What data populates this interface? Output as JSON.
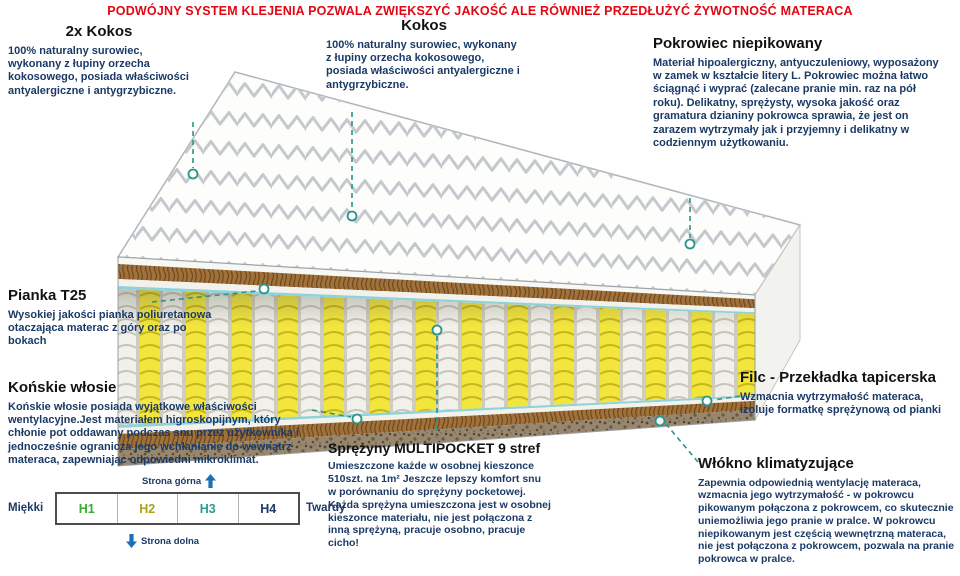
{
  "banner": "PODWÓJNY SYSTEM KLEJENIA POZWALA ZWIĘKSZYĆ JAKOŚĆ ALE RÓWNIEŻ PRZEDŁUŻYĆ ŻYWOTNOŚĆ MATERACA",
  "blocks": {
    "kokos2x": {
      "title": "2x Kokos",
      "body": "100% naturalny surowiec, wykonany z łupiny orzecha kokosowego, posiada właściwości antyalergiczne i antygrzybiczne."
    },
    "kokos": {
      "title": "Kokos",
      "body": "100% naturalny surowiec, wykonany z łupiny orzecha kokosowego, posiada właściwości antyalergiczne i antygrzybiczne."
    },
    "pokrowiec": {
      "title": "Pokrowiec niepikowany",
      "body": "Materiał hipoalergiczny, antyuczuleniowy, wyposażony w zamek w kształcie litery L. Pokrowiec można łatwo ściągnąć i wyprać (zalecane pranie min. raz na pół roku). Delikatny, sprężysty, wysoka jakość oraz gramatura dzianiny pokrowca sprawia, że jest on zarazem wytrzymały jak i przyjemny i delikatny w codziennym użytkowaniu."
    },
    "pianka": {
      "title": "Pianka T25",
      "body": "Wysokiej jakości pianka poliuretanowa otaczająca materac z góry oraz po bokach"
    },
    "wlosie": {
      "title": "Końskie włosie",
      "body": "Końskie włosie posiada wyjątkowe właściwości wentylacyjne.Jest materiałem higroskopijnym, który chłonie pot oddawany podczas snu przez użytkownika i jednocześnie ogranicza jego wchłanianie do wewnątrz materaca, zapewniając odpowiedni mikroklimat."
    },
    "sprezyny": {
      "title": "Sprężyny MULTIPOCKET 9 stref",
      "body": "Umieszczone każde w osobnej kieszonce 510szt. na 1m² Jeszcze lepszy komfort snu w porównaniu do sprężyny pocketowej. Każda sprężyna umieszczona jest w osobnej kieszonce materiału, nie jest połączona z inną sprężyną, pracuje osobno, pracuje cicho!"
    },
    "filc": {
      "title": "Filc - Przekładka tapicerska",
      "body": "Wzmacnia wytrzymałość materaca, izoluje formatkę sprężynową od pianki"
    },
    "wlokno": {
      "title": "Włókno klimatyzujące",
      "body": "Zapewnia odpowiednią wentylację materaca, wzmacnia jego wytrzymałość - w pokrowcu pikowanym połączona z pokrowcem, co skutecznie uniemożliwia jego pranie w pralce. W pokrowcu niepikowanym jest częścią wewnętrzną materaca, nie jest połączona z pokrowcem, pozwala na pranie pokrowca w pralce."
    }
  },
  "scale": {
    "top_side": "Strona górna",
    "bottom_side": "Strona dolna",
    "soft_label": "Miękki",
    "hard_label": "Twardy",
    "levels": [
      {
        "label": "H1",
        "color": "#3aaa35"
      },
      {
        "label": "H2",
        "color": "#a8a419"
      },
      {
        "label": "H3",
        "color": "#2a9d8f"
      },
      {
        "label": "H4",
        "color": "#1f3a68"
      }
    ]
  },
  "colors": {
    "banner_red": "#e30613",
    "body_navy": "#1b3a66",
    "connector_teal": "#2a9488",
    "spring_yellow": "#f2e63d",
    "coco_brown": "#a0713a",
    "arrow_blue": "#1d6fb8"
  }
}
